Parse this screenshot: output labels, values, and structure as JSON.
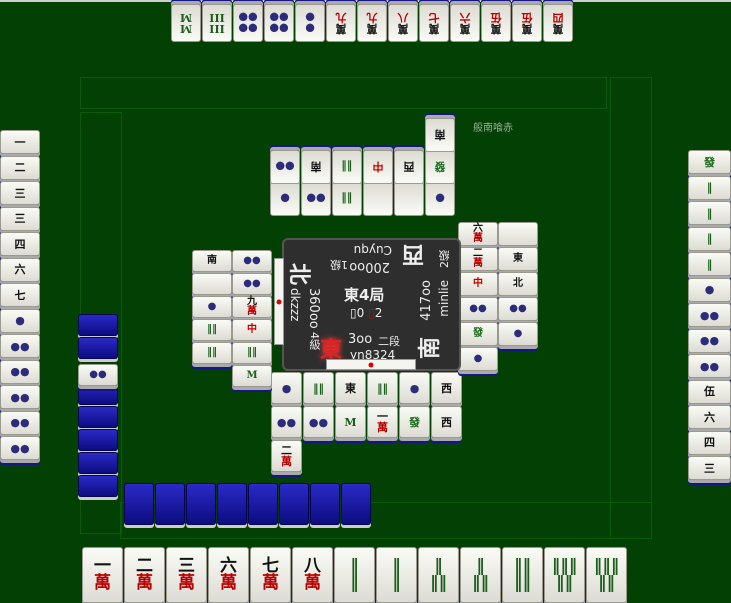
{
  "rule_label": "般南喰赤",
  "round": "東4局",
  "honba": "0",
  "riichi_sticks": "2",
  "players": {
    "east": {
      "wind": "東",
      "name": "yn8324",
      "score": "3oo",
      "rank": "二段"
    },
    "south": {
      "wind": "南",
      "name": "minlie",
      "score": "417oo",
      "rank": "2級"
    },
    "west": {
      "wind": "西",
      "name": "Cuyqu",
      "score": "200oo",
      "rank": "1級"
    },
    "north": {
      "wind": "北",
      "name": "dkzzz",
      "score": "360oo",
      "rank": "4級"
    }
  },
  "hands": {
    "bottom": [
      [
        "一",
        "萬"
      ],
      [
        "二",
        "萬"
      ],
      [
        "三",
        "萬"
      ],
      [
        "六",
        "萬"
      ],
      [
        "七",
        "萬"
      ],
      [
        "八",
        "萬"
      ],
      [
        "‖",
        "‖"
      ],
      [
        "‖",
        "‖"
      ],
      [
        "‖",
        "‖‖"
      ],
      [
        "‖",
        "‖‖"
      ],
      [
        "‖‖",
        "‖‖"
      ],
      [
        "‖‖‖",
        "‖‖"
      ],
      [
        "‖‖‖",
        "‖‖"
      ]
    ],
    "top": [
      [
        "M",
        "M"
      ],
      [
        "III",
        "III"
      ],
      [
        "●●",
        "●●"
      ],
      [
        "●●",
        "●●"
      ],
      [
        "●",
        "●"
      ],
      [
        "九",
        "萬"
      ],
      [
        "九",
        "萬"
      ],
      [
        "八",
        "萬"
      ],
      [
        "七",
        "萬"
      ],
      [
        "六",
        "萬"
      ],
      [
        "伍",
        "萬"
      ],
      [
        "伍",
        "萬"
      ],
      [
        "四",
        "萬"
      ]
    ],
    "left": [
      "一",
      "二",
      "三",
      "三",
      "四",
      "六",
      "七",
      "●",
      "●●",
      "●●",
      "●●",
      "●●",
      "●●"
    ],
    "right": [
      "發",
      "‖",
      "‖",
      "‖",
      "‖",
      "●",
      "●●",
      "●●",
      "●●",
      "伍",
      "六",
      "四",
      "三"
    ]
  },
  "discards": {
    "bottom": [
      [
        "●",
        ""
      ],
      [
        "‖‖",
        ""
      ],
      [
        "東",
        ""
      ],
      [
        "‖‖",
        ""
      ],
      [
        "●",
        ""
      ],
      [
        "西",
        ""
      ],
      [
        "●●",
        ""
      ],
      [
        "●●",
        ""
      ],
      [
        "M",
        ""
      ],
      [
        "一",
        "萬"
      ],
      [
        "發",
        ""
      ],
      [
        "西",
        ""
      ],
      [
        "二",
        "萬"
      ]
    ],
    "top": [
      [
        "●",
        ""
      ],
      [
        "",
        ""
      ],
      [
        "",
        ""
      ],
      [
        "‖‖",
        ""
      ],
      [
        "●●",
        ""
      ],
      [
        "●",
        ""
      ],
      [
        "發",
        ""
      ],
      [
        "西",
        ""
      ],
      [
        "中",
        ""
      ],
      [
        "‖‖",
        ""
      ],
      [
        "南",
        ""
      ],
      [
        "●●",
        ""
      ],
      [
        "南",
        ""
      ]
    ],
    "left": [
      [
        "●●",
        ""
      ],
      [
        "●●",
        ""
      ],
      [
        "九",
        "萬"
      ],
      [
        "中",
        ""
      ],
      [
        "‖‖",
        ""
      ],
      [
        "M",
        ""
      ],
      [
        "南",
        ""
      ],
      [
        "",
        ""
      ],
      [
        "●",
        ""
      ],
      [
        "‖‖",
        ""
      ],
      [
        "‖‖",
        ""
      ]
    ],
    "right": [
      [
        "六",
        "萬"
      ],
      [
        "二",
        "萬"
      ],
      [
        "中",
        ""
      ],
      [
        "●●",
        ""
      ],
      [
        "發",
        ""
      ],
      [
        "●",
        ""
      ],
      [
        "",
        ""
      ],
      [
        "東",
        ""
      ],
      [
        "北",
        ""
      ],
      [
        "●●",
        ""
      ],
      [
        "●",
        ""
      ]
    ]
  }
}
